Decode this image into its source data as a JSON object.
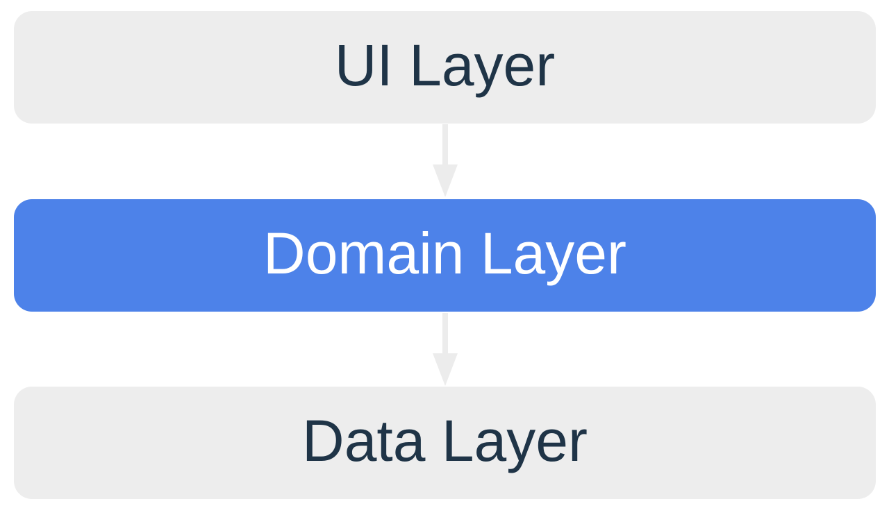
{
  "diagram": {
    "layers": [
      {
        "id": "ui",
        "label": "UI Layer",
        "highlighted": false
      },
      {
        "id": "domain",
        "label": "Domain Layer",
        "highlighted": true
      },
      {
        "id": "data",
        "label": "Data Layer",
        "highlighted": false
      }
    ],
    "connectors": [
      {
        "from": "UI Layer",
        "to": "Domain Layer",
        "direction": "down"
      },
      {
        "from": "Domain Layer",
        "to": "Data Layer",
        "direction": "down"
      }
    ],
    "colors": {
      "layer_default_bg": "#EDEDED",
      "layer_highlight_bg": "#4D82E9",
      "layer_default_text": "#1F3447",
      "layer_highlight_text": "#FFFFFF",
      "arrow": "#ECECEC",
      "background": "#FFFFFF"
    }
  }
}
